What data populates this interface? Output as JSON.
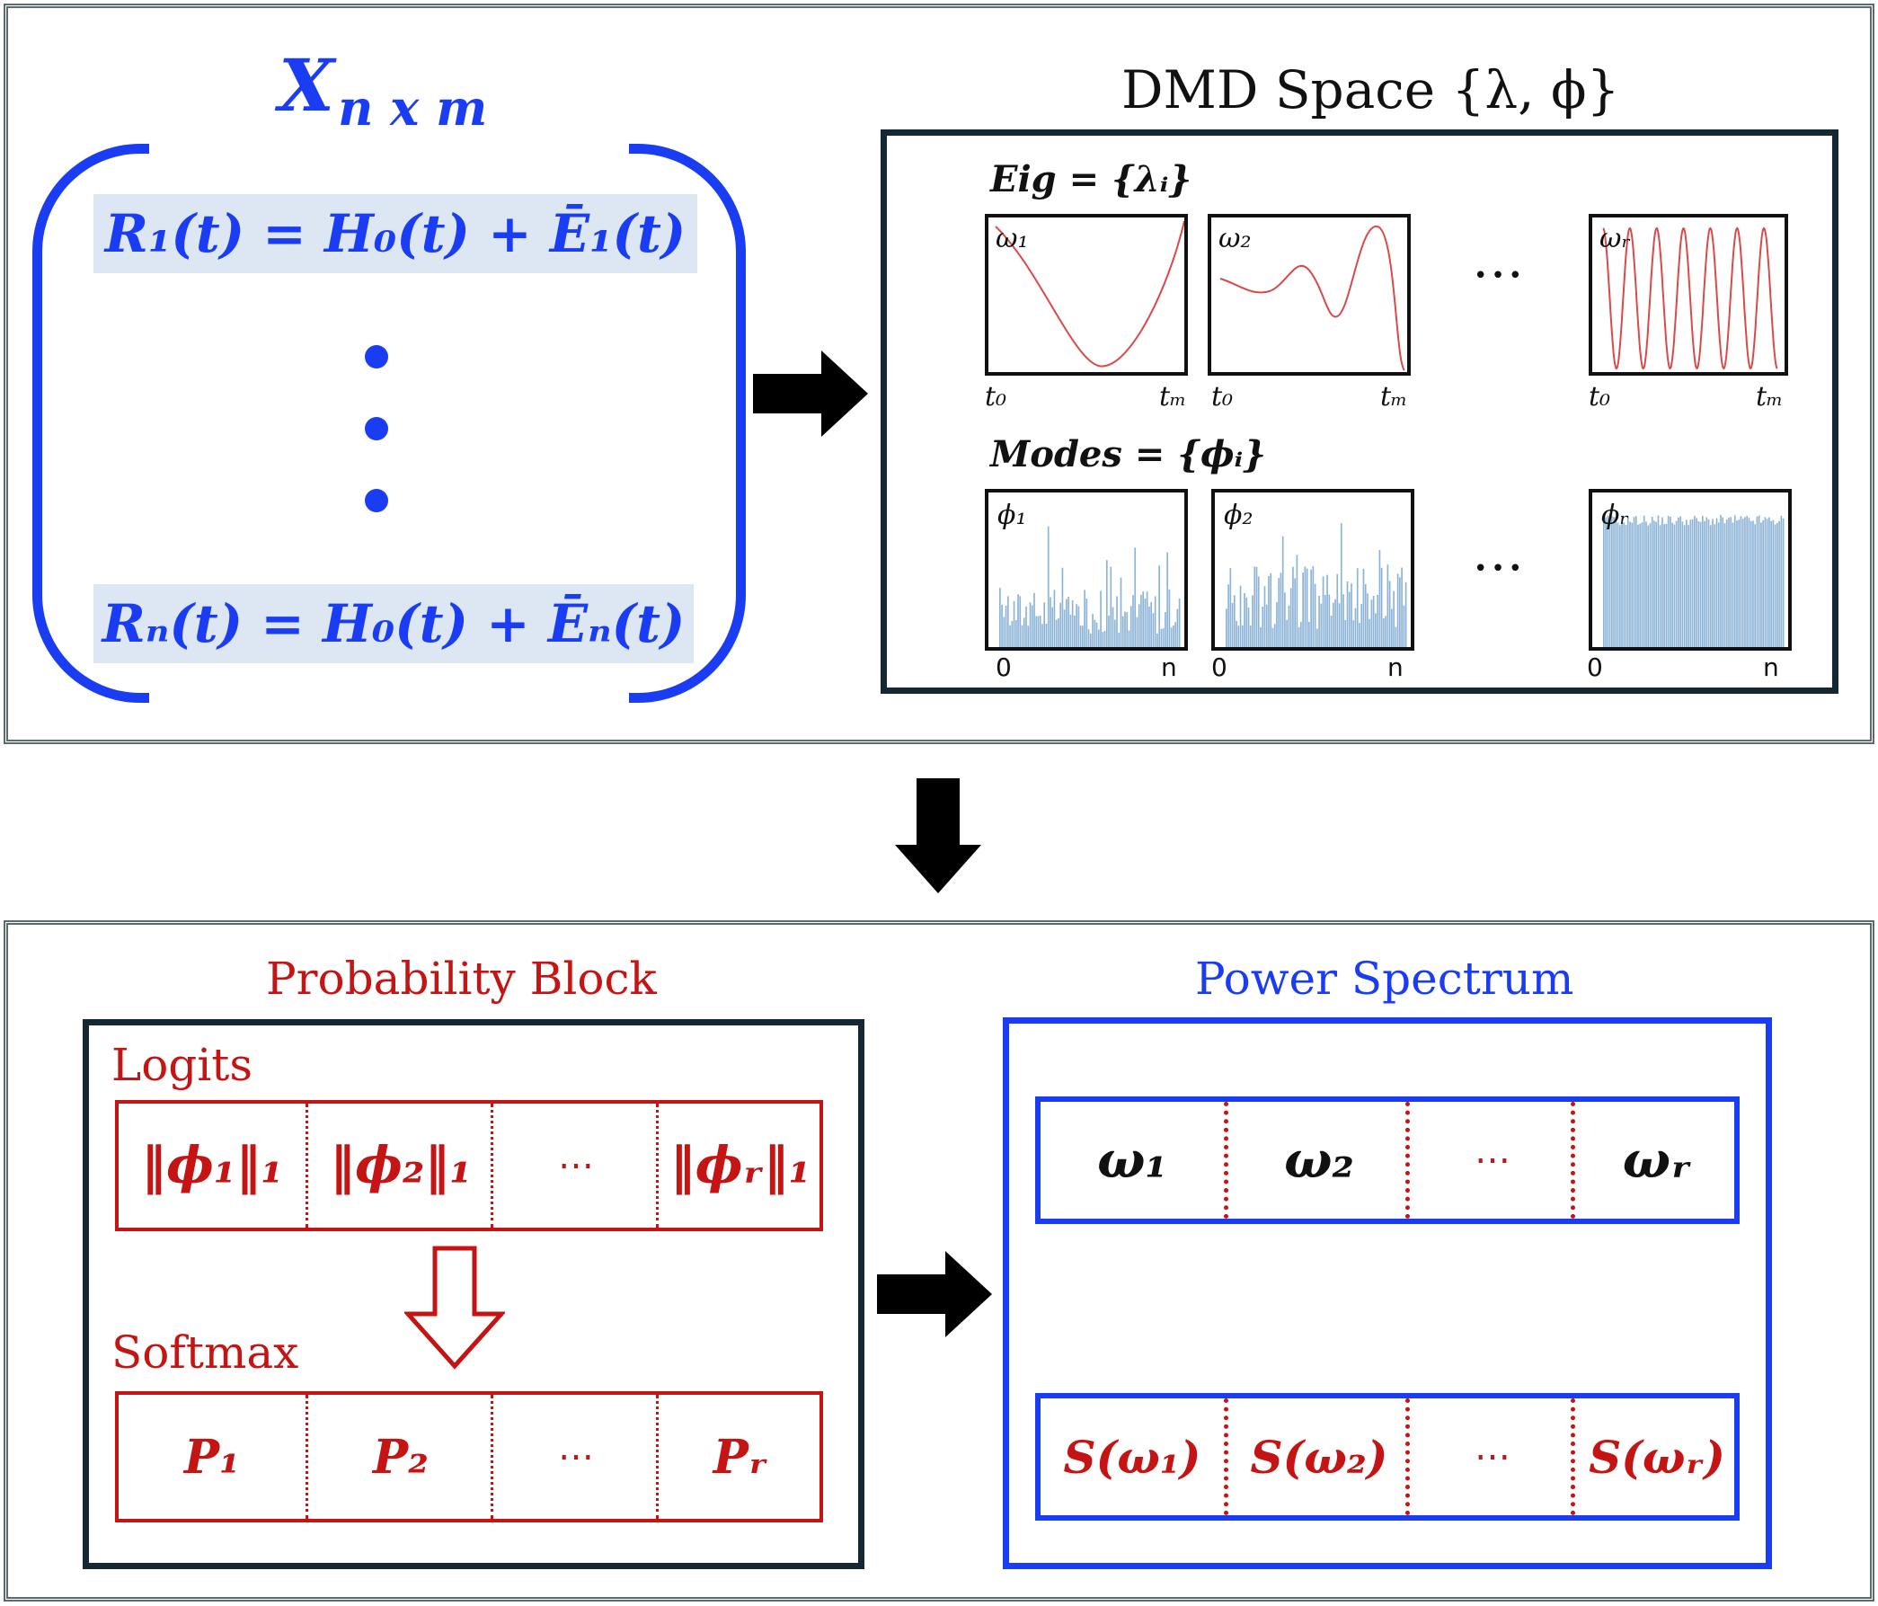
{
  "matrix": {
    "label": "X",
    "label_sub": "n x m",
    "row1": "R₁(t) = H₀(t) + Ē₁(t)",
    "rown": "Rₙ(t) = H₀(t) + Ēₙ(t)"
  },
  "dmd": {
    "title": "DMD Space {λ, ϕ}",
    "eig_label": "Eig = {λᵢ}",
    "modes_label": "Modes = {ϕᵢ}",
    "ellipsis": "•••",
    "eig_plots": [
      {
        "label": "ω₁",
        "t_start": "t₀",
        "t_end": "tₘ"
      },
      {
        "label": "ω₂",
        "t_start": "t₀",
        "t_end": "tₘ"
      },
      {
        "label": "ωᵣ",
        "t_start": "t₀",
        "t_end": "tₘ"
      }
    ],
    "mode_plots": [
      {
        "label": "ϕ₁",
        "x_start": "0",
        "x_end": "n"
      },
      {
        "label": "ϕ₂",
        "x_start": "0",
        "x_end": "n"
      },
      {
        "label": "ϕᵣ",
        "x_start": "0",
        "x_end": "n"
      }
    ]
  },
  "probability": {
    "title": "Probability Block",
    "logits_label": "Logits",
    "softmax_label": "Softmax",
    "logits": [
      "‖ϕ₁‖₁",
      "‖ϕ₂‖₁",
      "⋯",
      "‖ϕᵣ‖₁"
    ],
    "probs": [
      "P₁",
      "P₂",
      "⋯",
      "Pᵣ"
    ]
  },
  "power": {
    "title": "Power Spectrum",
    "freqs": [
      "ω₁",
      "ω₂",
      "⋯",
      "ωᵣ"
    ],
    "spectra": [
      "S(ω₁)",
      "S(ω₂)",
      "⋯",
      "S(ωᵣ)"
    ]
  },
  "colors": {
    "blue": "#1a3cf2",
    "red": "#c41414",
    "navy": "#142834",
    "eq_bg": "#dce7f3",
    "signal": "#d94a4a",
    "bars": "#8db4d6"
  },
  "icons": [
    "right-arrow-icon",
    "down-arrow-icon",
    "hollow-down-arrow-icon"
  ]
}
